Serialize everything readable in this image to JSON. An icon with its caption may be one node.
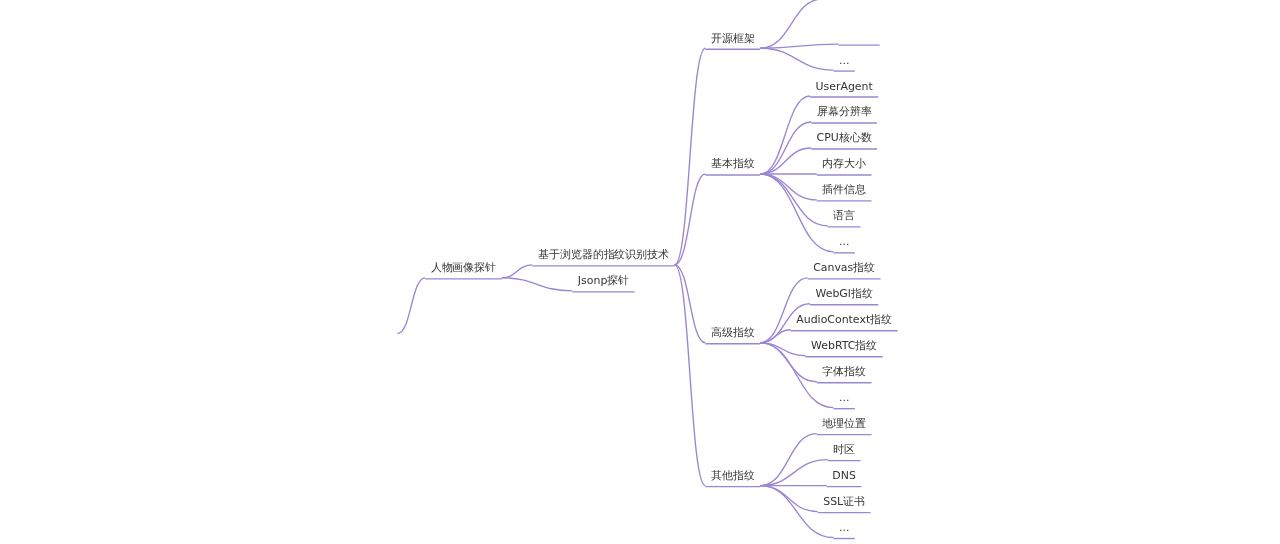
{
  "diagram": {
    "nodes": [
      {
        "text": [
          "人物画像探针"
        ]
      },
      {
        "text": [
          "基于浏览器的指纹识别技术"
        ]
      },
      {
        "text": [
          "开源框架"
        ]
      },
      {
        "text": [],
        "shape": "line"
      },
      {
        "text": [
          "..."
        ]
      },
      {
        "text": [
          "基本指纹"
        ]
      },
      {
        "text": [
          "UserAgent"
        ]
      },
      {
        "text": [
          "屏幕分辨率"
        ]
      },
      {
        "text": [
          "CPU核心数"
        ]
      },
      {
        "text": [
          "内存大小"
        ]
      },
      {
        "text": [
          "插件信息"
        ]
      },
      {
        "text": [
          "语言"
        ]
      },
      {
        "text": [
          "..."
        ]
      },
      {
        "text": [
          "高级指纹"
        ]
      },
      {
        "text": [
          "Canvas指纹"
        ]
      },
      {
        "text": [
          "WebGl指纹"
        ]
      },
      {
        "text": [
          "AudioContext指纹"
        ]
      },
      {
        "text": [
          "WebRTC指纹"
        ]
      },
      {
        "text": [
          "字体指纹"
        ]
      },
      {
        "text": [
          "..."
        ]
      },
      {
        "text": [
          "其他指纹"
        ]
      },
      {
        "text": [
          "地理位置"
        ]
      },
      {
        "text": [
          "时区"
        ]
      },
      {
        "text": [
          "DNS"
        ]
      },
      {
        "text": [
          "SSL证书"
        ]
      },
      {
        "text": [
          "..."
        ]
      },
      {
        "text": [
          "Jsonp探针"
        ]
      }
    ],
    "edges": [
      {
        "from": null,
        "to": 0,
        "arrow": "none"
      },
      {
        "from": 0,
        "to": 1,
        "arrow": "none"
      },
      {
        "from": 1,
        "to": 2,
        "arrow": "none"
      },
      {
        "from": 2,
        "to": null,
        "arrow": "none"
      },
      {
        "from": 2,
        "to": 3,
        "arrow": "none"
      },
      {
        "from": 2,
        "to": 4,
        "arrow": "none"
      },
      {
        "from": 1,
        "to": 5,
        "arrow": "none"
      },
      {
        "from": 5,
        "to": 6,
        "arrow": "none"
      },
      {
        "from": 5,
        "to": 7,
        "arrow": "none"
      },
      {
        "from": 5,
        "to": 8,
        "arrow": "none"
      },
      {
        "from": 5,
        "to": 9,
        "arrow": "none"
      },
      {
        "from": 5,
        "to": 10,
        "arrow": "none"
      },
      {
        "from": 5,
        "to": 11,
        "arrow": "none"
      },
      {
        "from": 5,
        "to": 12,
        "arrow": "none"
      },
      {
        "from": 1,
        "to": 13,
        "arrow": "none"
      },
      {
        "from": 13,
        "to": 14,
        "arrow": "none"
      },
      {
        "from": 13,
        "to": 15,
        "arrow": "none"
      },
      {
        "from": 13,
        "to": 16,
        "arrow": "none"
      },
      {
        "from": 13,
        "to": 17,
        "arrow": "none"
      },
      {
        "from": 13,
        "to": 18,
        "arrow": "none"
      },
      {
        "from": 13,
        "to": 19,
        "arrow": "none"
      },
      {
        "from": 1,
        "to": 20,
        "arrow": "none"
      },
      {
        "from": 20,
        "to": 21,
        "arrow": "none"
      },
      {
        "from": 20,
        "to": 22,
        "arrow": "none"
      },
      {
        "from": 20,
        "to": 23,
        "arrow": "none"
      },
      {
        "from": 20,
        "to": 24,
        "arrow": "none"
      },
      {
        "from": 20,
        "to": 25,
        "arrow": "none"
      },
      {
        "from": 0,
        "to": 26,
        "arrow": "none"
      }
    ]
  }
}
